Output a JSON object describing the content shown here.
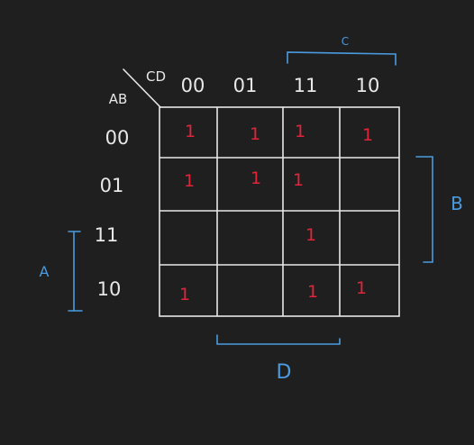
{
  "kmap": {
    "row_var_label": "AB",
    "col_var_label": "CD",
    "col_headers": [
      "00",
      "01",
      "11",
      "10"
    ],
    "row_headers": [
      "00",
      "01",
      "11",
      "10"
    ],
    "cells": [
      [
        "1",
        "1",
        "1",
        "1"
      ],
      [
        "1",
        "1",
        "1",
        ""
      ],
      [
        "",
        "",
        "1",
        ""
      ],
      [
        "1",
        "",
        "1",
        "1"
      ]
    ]
  },
  "brackets": {
    "top_label": "C",
    "right_label": "B",
    "left_label": "A",
    "bottom_label": "D"
  },
  "colors": {
    "background": "#1f1f1f",
    "ink": "#e8e8e8",
    "grid": "#e8e8e8",
    "ones": "#e0253a",
    "brackets": "#4a9be0"
  }
}
